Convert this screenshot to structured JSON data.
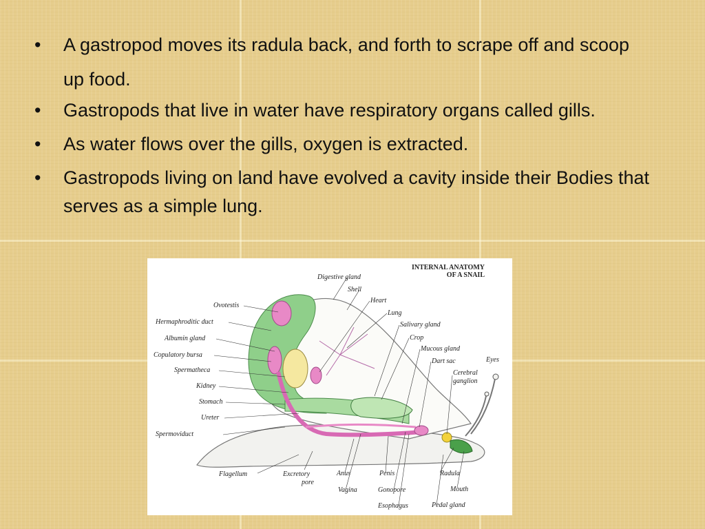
{
  "bullets": [
    "A gastropod moves its radula back, and forth to scrape off and scoop up food.",
    "Gastropods that live in water have respiratory organs called gills.",
    "As water flows over the gills, oxygen is extracted.",
    "Gastropods living on land have evolved a cavity inside their Bodies that serves as a simple lung."
  ],
  "bullet_symbol": "•",
  "diagram": {
    "title_line1": "INTERNAL ANATOMY",
    "title_line2": "OF A SNAIL",
    "labels": {
      "digestive_gland": "Digestive gland",
      "shell": "Shell",
      "heart": "Heart",
      "lung": "Lung",
      "salivary_gland": "Salivary gland",
      "crop": "Crop",
      "mucous_gland": "Mucous gland",
      "dart_sac": "Dart sac",
      "eyes": "Eyes",
      "cerebral_ganglion_1": "Cerebral",
      "cerebral_ganglion_2": "ganglion",
      "ovotestis": "Ovotestis",
      "hermaphroditic_duct": "Hermaphroditic duct",
      "albumin_gland": "Albumin gland",
      "copulatory_bursa": "Copulatory bursa",
      "spermatheca": "Spermatheca",
      "kidney": "Kidney",
      "stomach": "Stomach",
      "ureter": "Ureter",
      "spermoviduct": "Spermoviduct",
      "flagellum": "Flagellum",
      "excretory_pore_1": "Excretory",
      "excretory_pore_2": "pore",
      "anus": "Anus",
      "vagina": "Vagina",
      "penis": "Penis",
      "gonopore": "Gonopore",
      "esophagus": "Esophagus",
      "radula": "Radula",
      "mouth": "Mouth",
      "pedal_gland": "Pedal gland"
    }
  },
  "colors": {
    "background": "#e6cd8c",
    "text": "#111111",
    "green_organs": "#8fcf8a",
    "pink_organs": "#e889c6",
    "yellow_organs": "#f5e8a0"
  }
}
